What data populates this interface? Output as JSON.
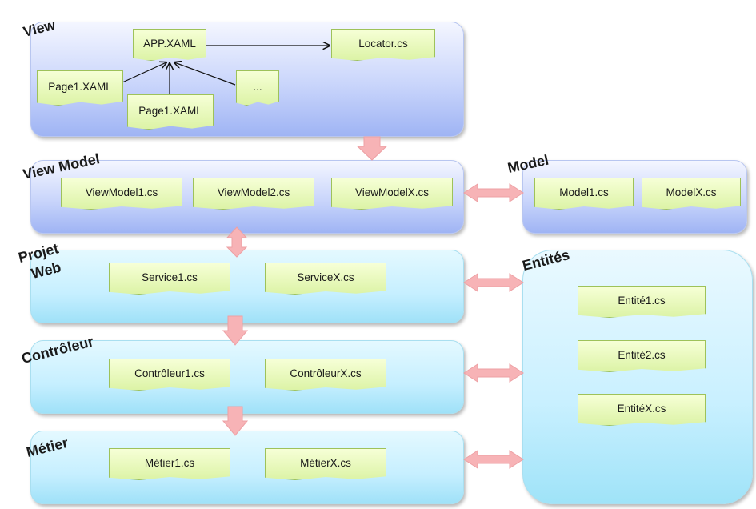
{
  "layers": {
    "view": {
      "label": "View",
      "app": "APP.XAML",
      "locator": "Locator.cs",
      "page_a": "Page1.XAML",
      "page_b": "Page1.XAML",
      "ellipsis": "..."
    },
    "viewmodel": {
      "label": "View Model",
      "items": [
        "ViewModel1.cs",
        "ViewModel2.cs",
        "ViewModelX.cs"
      ]
    },
    "model": {
      "label": "Model",
      "items": [
        "Model1.cs",
        "ModelX.cs"
      ]
    },
    "projet_web": {
      "label_line1": "Projet",
      "label_line2": "Web",
      "items": [
        "Service1.cs",
        "ServiceX.cs"
      ]
    },
    "entites": {
      "label": "Entités",
      "items": [
        "Entité1.cs",
        "Entité2.cs",
        "EntitéX.cs"
      ]
    },
    "controleur": {
      "label": "Contrôleur",
      "items": [
        "Contrôleur1.cs",
        "ContrôleurX.cs"
      ]
    },
    "metier": {
      "label": "Métier",
      "items": [
        "Métier1.cs",
        "MétierX.cs"
      ]
    }
  },
  "colors": {
    "blue_panel": "#c9d5fb",
    "cyan_panel": "#c6efff",
    "document": "#dcf3a6",
    "arrow": "#f7b3b6"
  }
}
